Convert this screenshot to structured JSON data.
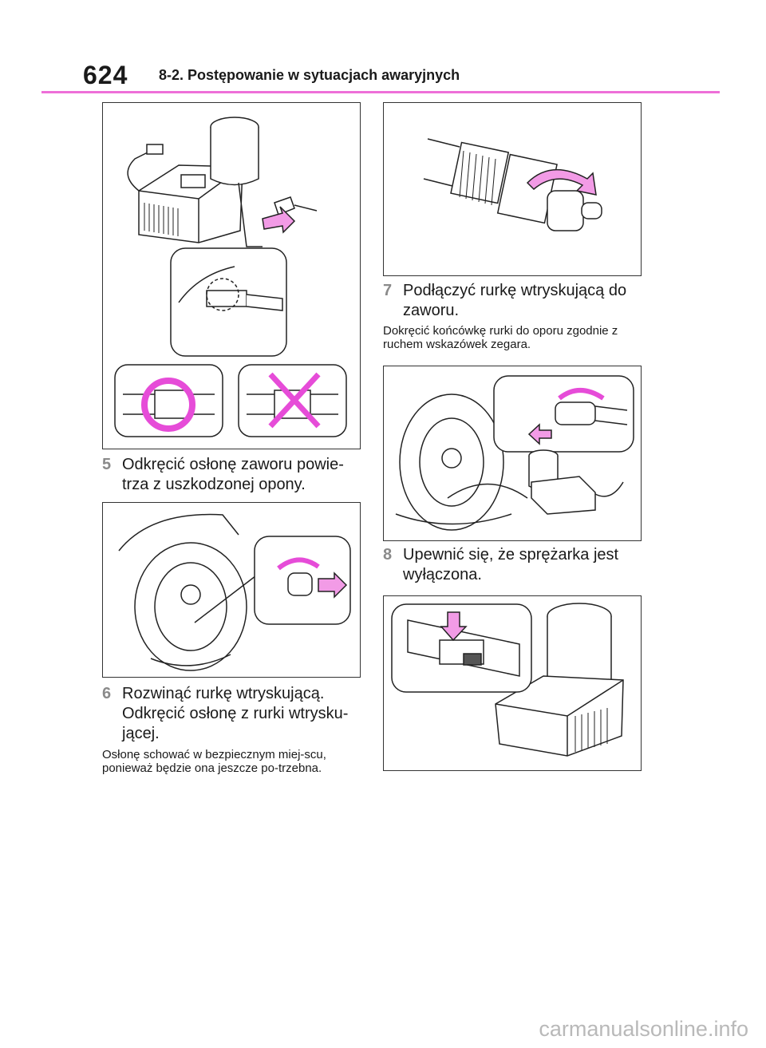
{
  "header": {
    "page_number": "624",
    "section_title": "8-2. Postępowanie w sytuacjach awaryjnych",
    "accent_color": "#ee6fd8"
  },
  "steps": [
    {
      "num": "5",
      "text": "Odkręcić osłonę zaworu powie-trza z uszkodzonej opony."
    },
    {
      "num": "6",
      "text": "Rozwinąć rurkę wtryskującą. Odkręcić osłonę z rurki wtrysku-jącej.",
      "note": "Osłonę schować w bezpiecznym miej-scu, ponieważ będzie ona jeszcze po-trzebna."
    },
    {
      "num": "7",
      "text": "Podłączyć rurkę wtryskującą do zaworu.",
      "note": "Dokręcić końcówkę rurki do oporu zgodnie z ruchem wskazówek zegara."
    },
    {
      "num": "8",
      "text": "Upewnić się, że sprężarka jest wyłączona."
    }
  ],
  "figures": {
    "compressor_connector": {
      "icons": [
        "compressor-icon",
        "connector-icon",
        "correct-circle-icon",
        "wrong-cross-icon"
      ]
    },
    "remove_valve_cap": {
      "icons": [
        "wheel-icon",
        "valve-cap-icon",
        "arrow-icon"
      ]
    },
    "hose_cap": {
      "icons": [
        "hose-icon",
        "rotate-arrow-icon"
      ]
    },
    "connect_hose": {
      "icons": [
        "wheel-icon",
        "compressor-icon",
        "rotate-arrow-icon"
      ]
    },
    "switch_off": {
      "icons": [
        "compressor-icon",
        "switch-icon",
        "down-arrow-icon"
      ]
    }
  },
  "watermark": "carmanualsonline.info"
}
